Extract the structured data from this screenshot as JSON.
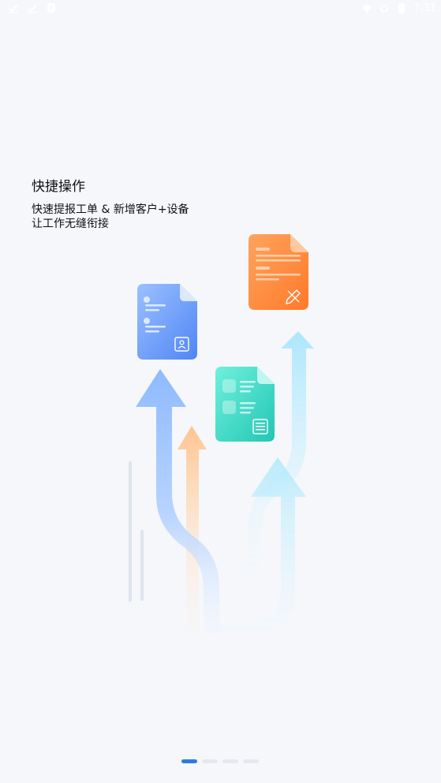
{
  "status_bar": {
    "left_icons": [
      "download-check-icon",
      "download-check-icon",
      "notification-icon"
    ],
    "right_icons": [
      "wifi-icon",
      "signal-icon",
      "battery-icon"
    ],
    "time": "7:31"
  },
  "onboarding": {
    "title": "快捷操作",
    "subtitle_line1": "快速提报工单 & 新增客户+设备",
    "subtitle_line2": "让工作无缝衔接"
  },
  "illustration": {
    "cards": [
      {
        "name": "customer-document",
        "color": "#6ea0ff",
        "icon": "contact-card-icon"
      },
      {
        "name": "checklist-document",
        "color": "#3fd9c6",
        "icon": "list-icon"
      },
      {
        "name": "edit-document",
        "color": "#ff8a3d",
        "icon": "edit-pencil-icon"
      }
    ],
    "arrows": [
      {
        "name": "blue-arrow",
        "color": "#9ec6ff"
      },
      {
        "name": "orange-arrow",
        "color": "#ffd0a6"
      },
      {
        "name": "cyan-arrow",
        "color": "#bfeefe"
      }
    ]
  },
  "pager": {
    "pages": 4,
    "active_index": 0,
    "active_color": "#2c7be5",
    "inactive_color": "#e5e8ef"
  }
}
